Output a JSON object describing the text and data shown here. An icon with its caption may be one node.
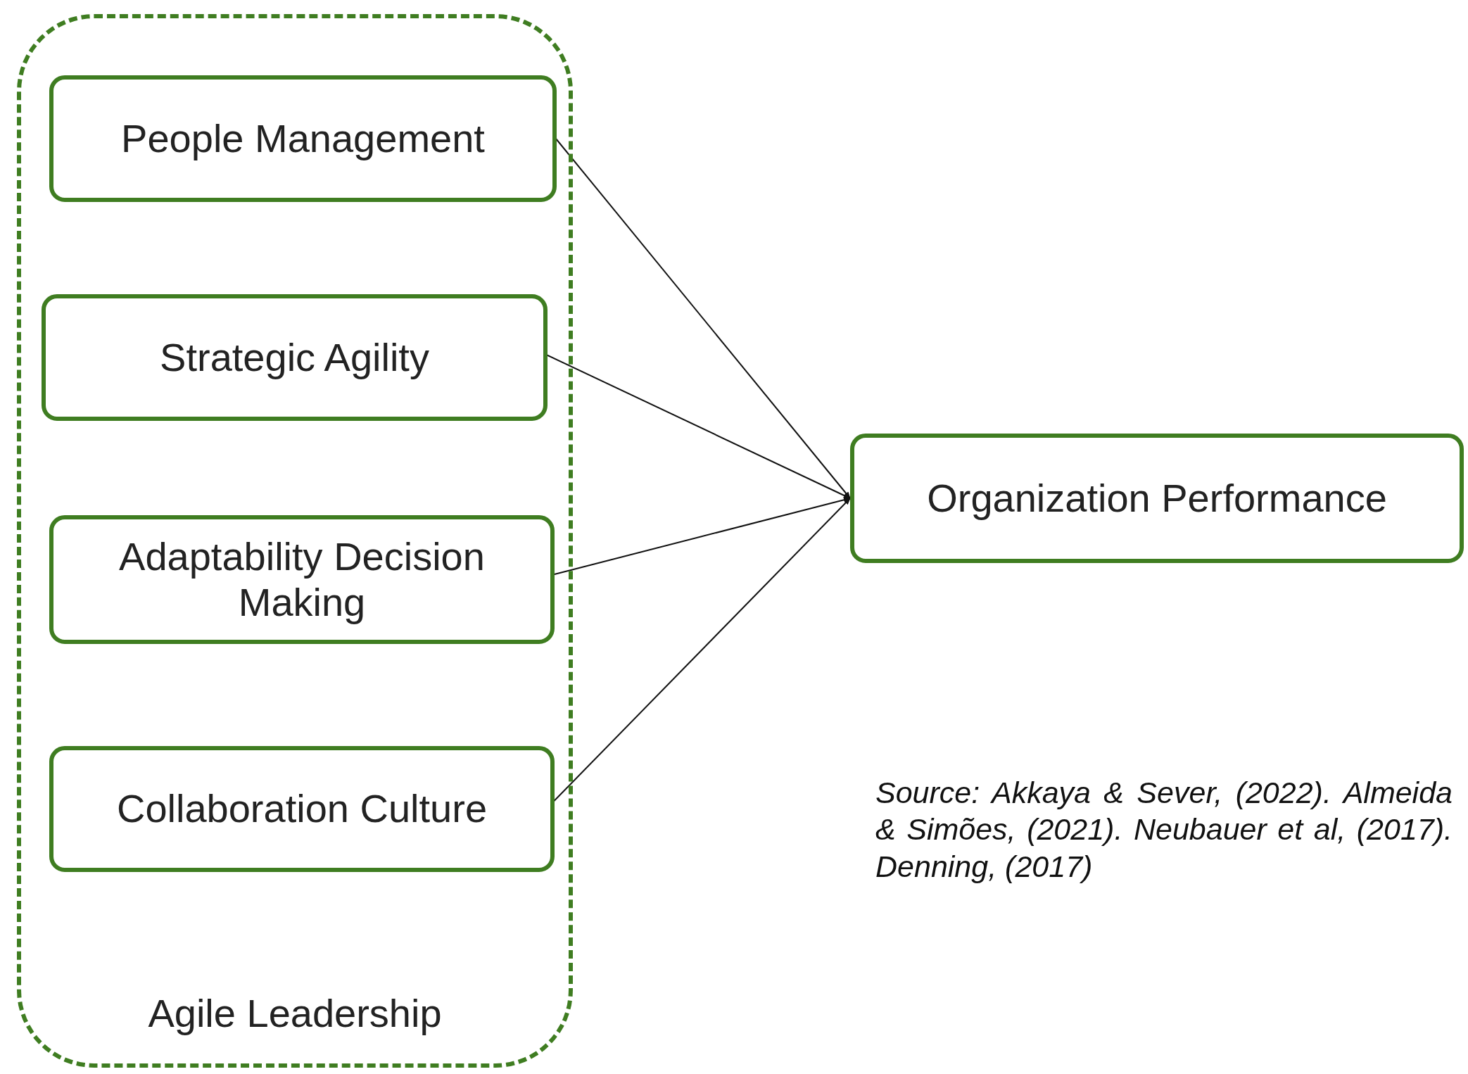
{
  "diagram": {
    "nodes": [
      {
        "text": [
          "Agile Leadership"
        ]
      },
      {
        "text": [
          "People Management"
        ],
        "in": 0
      },
      {
        "text": [
          "Strategic Agility"
        ],
        "in": 0
      },
      {
        "text": [
          "Adaptability Decision Making"
        ],
        "in": 0
      },
      {
        "text": [
          "Collaboration Culture"
        ],
        "in": 0
      },
      {
        "text": [
          "Organization Performance"
        ]
      }
    ],
    "edges": [
      {
        "from": 1,
        "to": 5,
        "arrow": "to"
      },
      {
        "from": 2,
        "to": 5,
        "arrow": "to"
      },
      {
        "from": 3,
        "to": 5,
        "arrow": "to"
      },
      {
        "from": 4,
        "to": 5,
        "arrow": "to"
      }
    ],
    "labels": [
      "Source: Akkaya & Sever, (2022). Almeida & Simões, (2021). Neubauer et al, (2017). Denning, (2017)"
    ]
  }
}
